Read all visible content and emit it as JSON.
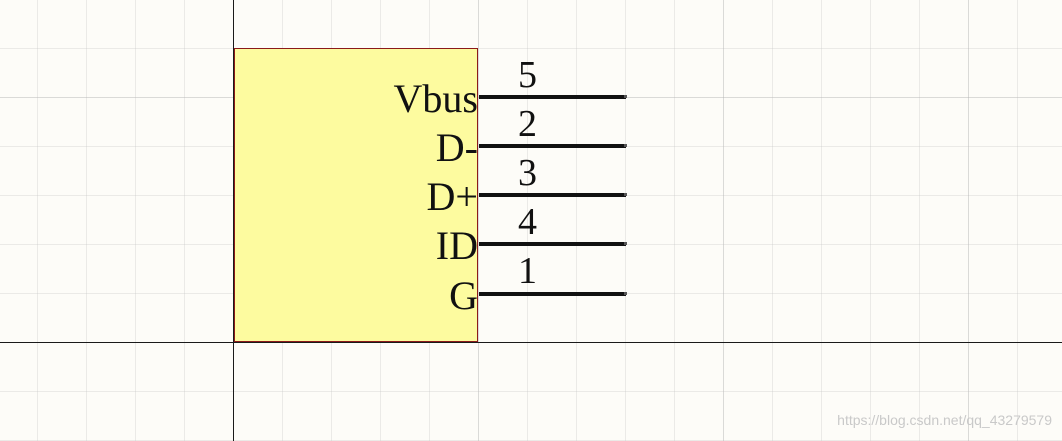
{
  "component": {
    "pins": [
      {
        "name": "Vbus",
        "number": "5"
      },
      {
        "name": "D-",
        "number": "2"
      },
      {
        "name": "D+",
        "number": "3"
      },
      {
        "name": "ID",
        "number": "4"
      },
      {
        "name": "G",
        "number": "1"
      }
    ],
    "body_color": "#fdfb9f",
    "border_color": "#8b1a1a"
  },
  "watermark": "https://blog.csdn.net/qq_43279579"
}
